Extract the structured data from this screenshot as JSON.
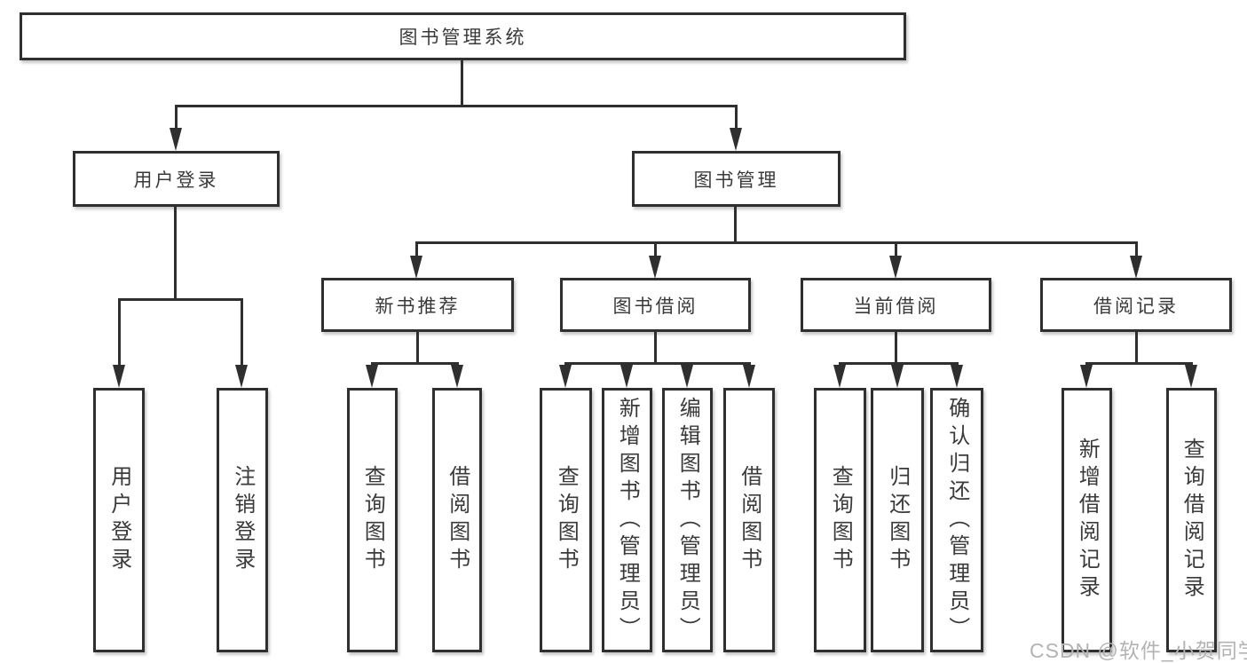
{
  "diagram": {
    "root": {
      "label": "图书管理系统"
    },
    "level2": [
      {
        "label": "用户登录"
      },
      {
        "label": "图书管理"
      }
    ],
    "level3": [
      {
        "label": "新书推荐"
      },
      {
        "label": "图书借阅"
      },
      {
        "label": "当前借阅"
      },
      {
        "label": "借阅记录"
      }
    ],
    "leaves": [
      {
        "label": "用户登录"
      },
      {
        "label": "注销登录"
      },
      {
        "label": "查询图书"
      },
      {
        "label": "借阅图书"
      },
      {
        "label": "查询图书"
      },
      {
        "label": "新增图书（管理员）"
      },
      {
        "label": "编辑图书（管理员）"
      },
      {
        "label": "借阅图书"
      },
      {
        "label": "查询图书"
      },
      {
        "label": "归还图书"
      },
      {
        "label": "确认归还（管理员）"
      },
      {
        "label": "新增借阅记录"
      },
      {
        "label": "查询借阅记录"
      }
    ]
  },
  "watermark": {
    "text": "CSDN @软件_小贺同学"
  },
  "colors": {
    "line": "#2f2f2f",
    "text": "#3a3a3a",
    "background": "#ffffff",
    "watermark": "#b3b3b3"
  }
}
